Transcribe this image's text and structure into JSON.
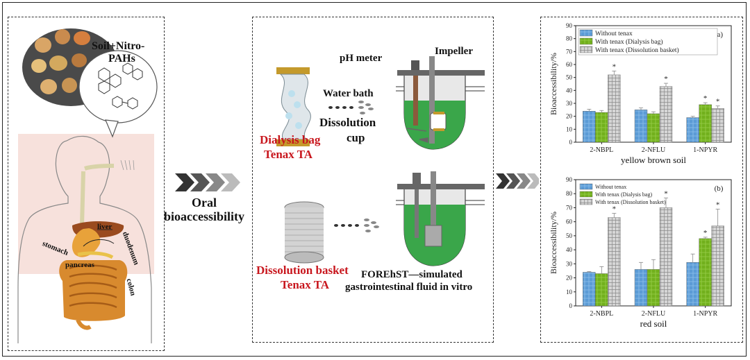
{
  "left_panel": {
    "bubble_title_line1": "Soil+Nitro-",
    "bubble_title_line2": "PAHs",
    "organs": {
      "liver": "liver",
      "stomach": "stomach",
      "duodenum": "duodenum",
      "pancreas": "pancreas",
      "colon": "colon"
    }
  },
  "arrow_left": {
    "line1": "Oral",
    "line2": "bioaccessibility"
  },
  "middle_panel": {
    "ph_meter": "pH meter",
    "impeller": "Impeller",
    "water_bath": "Water bath",
    "dissolution_cup_line1": "Dissolution",
    "dissolution_cup_line2": "cup",
    "dialysis_line1": "Dialysis bag",
    "dialysis_line2": "Tenax TA",
    "basket_line1": "Dissolution basket",
    "basket_line2": "Tenax TA",
    "forehst_line1": "FOREhST—simulated",
    "forehst_line2": "gastrointestinal fluid in vitro"
  },
  "colors": {
    "without": "#5b9bd5",
    "dialysis": "#72b01d",
    "basket": "#d0d0d0",
    "fluid": "#3aa64a",
    "red": "#c8161d"
  },
  "chart_data": [
    {
      "type": "bar",
      "panel_label": "(a)",
      "title": "",
      "xlabel": "yellow brown soil",
      "ylabel": "Bioaccessibility/%",
      "ylim": [
        0,
        90
      ],
      "yticks": [
        0,
        10,
        20,
        30,
        40,
        50,
        60,
        70,
        80,
        90
      ],
      "categories": [
        "2-NBPL",
        "2-NFLU",
        "1-NPYR"
      ],
      "legend_position": "top-left",
      "series": [
        {
          "name": "Without tenax",
          "values": [
            24,
            25,
            19
          ],
          "errors": [
            1.5,
            1.5,
            1.0
          ],
          "marks": [
            "",
            "",
            ""
          ]
        },
        {
          "name": "With tenax (Dialysis bag)",
          "values": [
            23,
            22,
            29
          ],
          "errors": [
            1.5,
            1.5,
            1.5
          ],
          "marks": [
            "",
            "",
            "*"
          ]
        },
        {
          "name": "With tenax (Dissolution basket)",
          "values": [
            52,
            43,
            26
          ],
          "errors": [
            3,
            2.5,
            2
          ],
          "marks": [
            "*",
            "*",
            "*"
          ]
        }
      ]
    },
    {
      "type": "bar",
      "panel_label": "(b)",
      "title": "",
      "xlabel": "red soil",
      "ylabel": "Bioaccessibility/%",
      "ylim": [
        0,
        90
      ],
      "yticks": [
        0,
        10,
        20,
        30,
        40,
        50,
        60,
        70,
        80,
        90
      ],
      "categories": [
        "2-NBPL",
        "2-NFLU",
        "1-NPYR"
      ],
      "legend_position": "top-left",
      "series": [
        {
          "name": "Without tenax",
          "values": [
            24,
            26,
            31
          ],
          "errors": [
            0.5,
            5,
            6
          ],
          "marks": [
            "",
            "",
            ""
          ]
        },
        {
          "name": "With tenax (Dialysis bag)",
          "values": [
            23,
            26,
            48
          ],
          "errors": [
            5,
            7,
            1
          ],
          "marks": [
            "",
            "",
            "*"
          ]
        },
        {
          "name": "With tenax (Dissolution basket)",
          "values": [
            63,
            70,
            57
          ],
          "errors": [
            3,
            7,
            12
          ],
          "marks": [
            "*",
            "*",
            "*"
          ]
        }
      ]
    }
  ]
}
